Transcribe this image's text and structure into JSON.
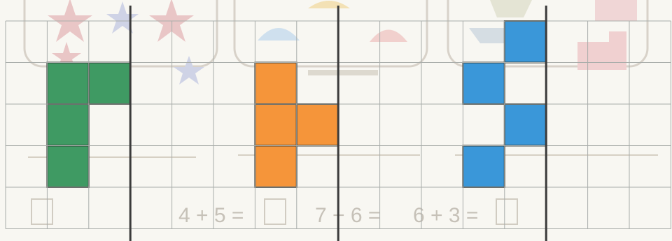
{
  "worksheet": {
    "grid": {
      "rows": 5,
      "cols": 16,
      "line_color": "#a9adaa"
    },
    "mirror_lines": [
      {
        "after_column": 3
      },
      {
        "after_column": 8
      },
      {
        "after_column": 13
      }
    ],
    "shapes": [
      {
        "name": "green-shape",
        "color": "#3f9a63",
        "cells": [
          [
            1,
            1
          ],
          [
            1,
            2
          ],
          [
            2,
            1
          ],
          [
            3,
            1
          ]
        ]
      },
      {
        "name": "orange-shape",
        "color": "#f5953a",
        "cells": [
          [
            1,
            6
          ],
          [
            2,
            6
          ],
          [
            2,
            7
          ],
          [
            3,
            6
          ]
        ]
      },
      {
        "name": "blue-shape",
        "color": "#3a97d9",
        "cells": [
          [
            0,
            12
          ],
          [
            1,
            11
          ],
          [
            2,
            12
          ],
          [
            3,
            11
          ]
        ]
      }
    ],
    "faded_background": {
      "color": "#c6c1b8",
      "equations": [
        {
          "text": "4 + 5 ="
        },
        {
          "text": "7 − 6 ="
        },
        {
          "text": "6 + 3 ="
        }
      ]
    }
  }
}
